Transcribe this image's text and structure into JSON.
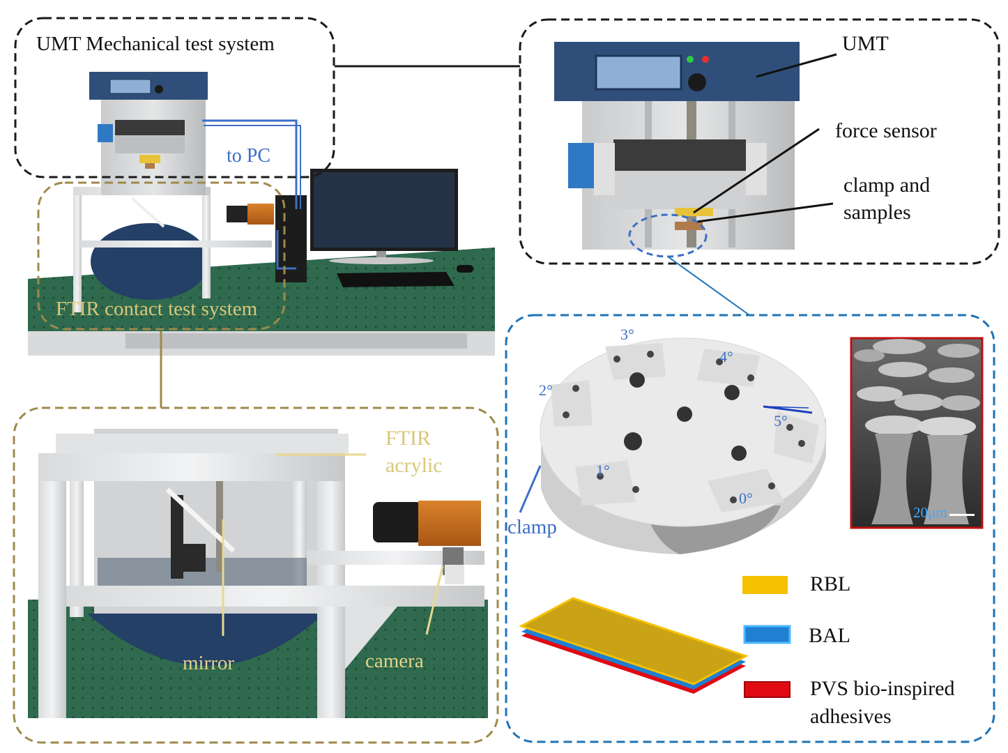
{
  "labels": {
    "umt_system": "UMT Mechanical test system",
    "to_pc": "to PC",
    "ftir_system": "FTIR contact test system",
    "umt": "UMT",
    "force_sensor": "force sensor",
    "clamp_samples_line1": "clamp and",
    "clamp_samples_line2": "samples",
    "ftir_acrylic_line1": "FTIR",
    "ftir_acrylic_line2": "acrylic",
    "mirror": "mirror",
    "camera": "camera",
    "clamp": "clamp",
    "scale_bar": "20μm"
  },
  "angles": [
    "0°",
    "1°",
    "2°",
    "3°",
    "4°",
    "5°"
  ],
  "legend": [
    {
      "label": "RBL",
      "color": "#f5c000"
    },
    {
      "label": "BAL",
      "color": "#1f7fd0"
    },
    {
      "label_line1": "PVS bio-inspired",
      "label_line2": "adhesives",
      "color": "#e00b12"
    }
  ],
  "colors": {
    "black_dash": "#1a1a1a",
    "olive_dash": "#9e8a4a",
    "blue_dash": "#1e73b6",
    "blue_text": "#3b6fc4",
    "olive_text": "#d9c77a",
    "umt_blue": "#2f4f7a",
    "table_green": "#2f6a4e"
  }
}
